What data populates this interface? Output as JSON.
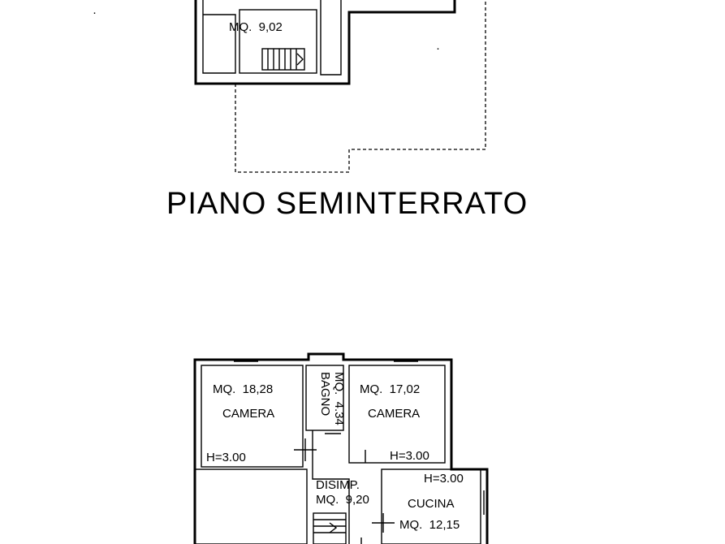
{
  "semi_basement": {
    "room_area": "MQ.  9,02",
    "title": "PIANO SEMINTERRATO"
  },
  "ground_floor": {
    "bedroom_1": {
      "area": "MQ.  18,28",
      "name": "CAMERA",
      "height": "H=3.00"
    },
    "bathroom": {
      "name": "BAGNO",
      "area": "MQ.  4.34"
    },
    "bedroom_2": {
      "area": "MQ.  17,02",
      "name": "CAMERA",
      "height": "H=3.00"
    },
    "hallway": {
      "name": "DISIMP.",
      "area": "MQ.  9,20"
    },
    "kitchen": {
      "height": "H=3.00",
      "name": "CUCINA",
      "area": "MQ.  12,15"
    }
  }
}
